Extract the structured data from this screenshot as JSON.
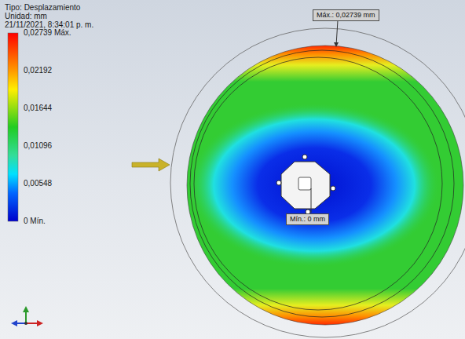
{
  "diagram": {
    "nodes": [
      {
        "text": [
          "Máx.: 0,02739 mm"
        ]
      },
      {
        "text": [
          "Mín.: 0 mm"
        ]
      }
    ],
    "labels": [
      "Tipo: Desplazamiento",
      "Unidad: mm",
      "21/11/2021, 8:34:01 p. m.",
      "0,02739 Máx.",
      "0,02192",
      "0,01644",
      "0,01096",
      "0,00548",
      "0 Mín."
    ]
  }
}
